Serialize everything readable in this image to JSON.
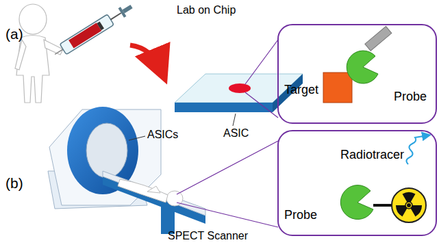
{
  "diagram": {
    "nodes": [
      {
        "text": [
          "Target",
          "Probe"
        ]
      },
      {
        "text": [
          "Radiotracer",
          "Probe"
        ]
      }
    ],
    "labels": [
      "(a)",
      "Lab on Chip",
      "ASIC",
      "(b)",
      "ASICs",
      "SPECT Scanner"
    ]
  }
}
